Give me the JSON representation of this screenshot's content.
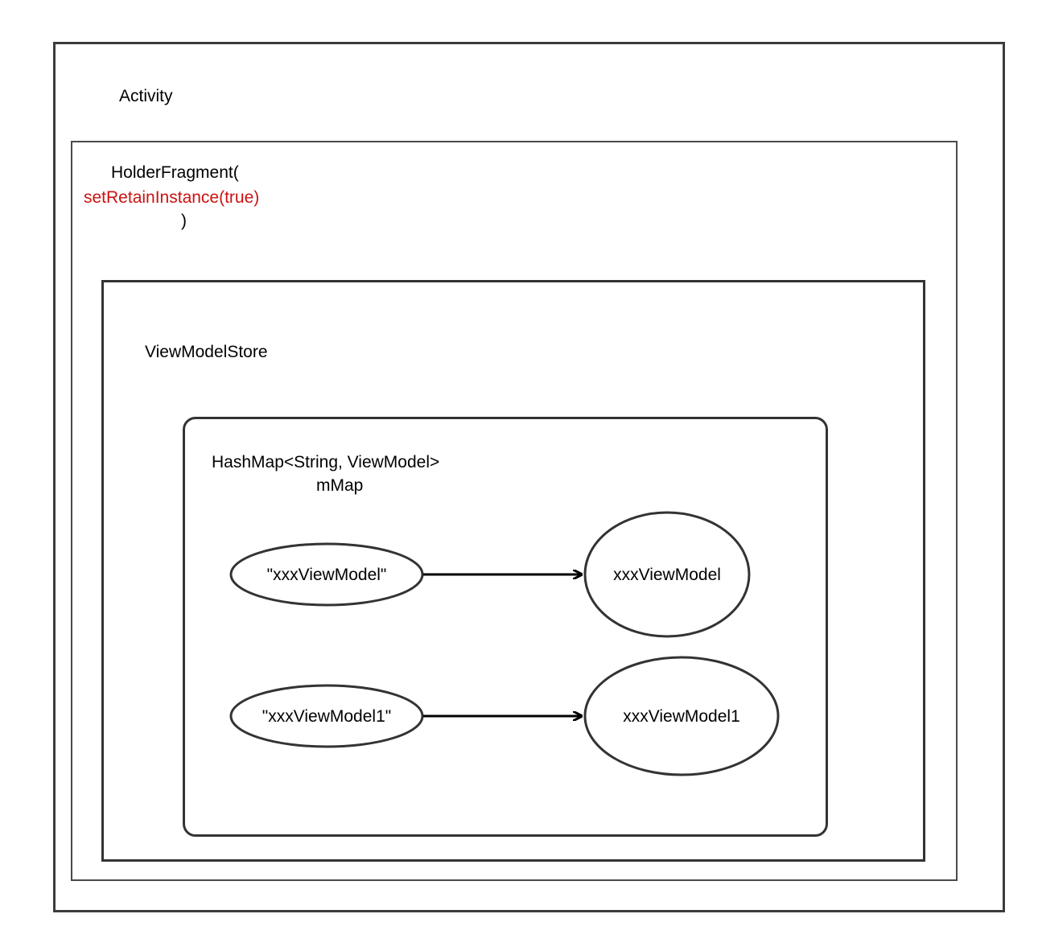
{
  "containers": {
    "activity": "Activity",
    "holder_fragment": {
      "title": "HolderFragment(",
      "method": "setRetainInstance(true)",
      "close": ")"
    },
    "view_model_store": "ViewModelStore",
    "map": {
      "type": "HashMap<String, ViewModel>",
      "name": "mMap"
    }
  },
  "entries": [
    {
      "key": "\"xxxViewModel\"",
      "value": "xxxViewModel"
    },
    {
      "key": "\"xxxViewModel1\"",
      "value": "xxxViewModel1"
    }
  ],
  "colors": {
    "border": "#333333",
    "highlight_text": "#cc1111",
    "text": "#000000"
  }
}
